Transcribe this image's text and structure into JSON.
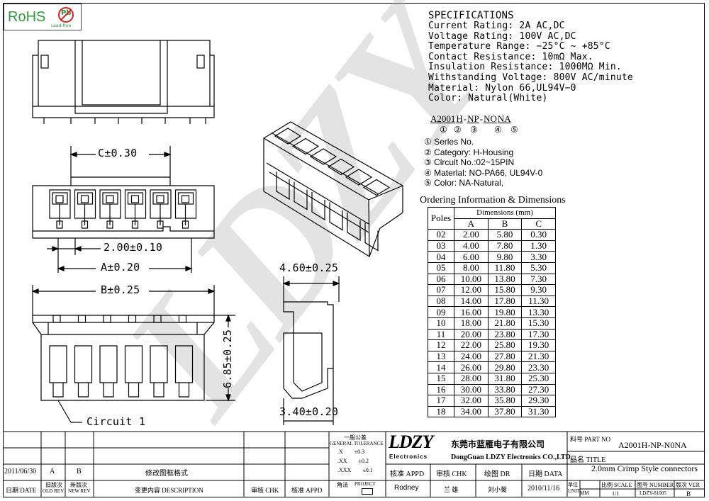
{
  "logo": {
    "rohs": "RoHS",
    "pb": "Pb",
    "lead_free": "Lead-free"
  },
  "watermark": "LDZY",
  "specifications": {
    "title": "SPECIFICATIONS",
    "lines": [
      "Current Rating: 2A AC,DC",
      "Voltage Rating: 100V AC,DC",
      "Temperature Range: −25°C ~ +85°C",
      "Contact Resistance: 10mΩ Max.",
      "Insulation Resistance: 1000MΩ Min.",
      "Withstanding Voltage: 800V AC/minute",
      "Material: Nylon 66,UL94V−0",
      "Color: Natural(White)"
    ]
  },
  "part_code": {
    "segments": [
      "A2001",
      "H",
      "-",
      "NP",
      "-",
      "NO",
      "NA"
    ],
    "marks": [
      "①",
      "②",
      "③",
      "④",
      "⑤"
    ],
    "legend": [
      "① Serles No.",
      "② Category: H-Housing",
      "③ Clrcult No.:02~15PIN",
      "④ Materlal: NO-PA66, UL94V-0",
      "⑤ Color: NA-Natural,"
    ]
  },
  "ordering": {
    "title": "Ordering Information & Dimensions",
    "poles_header": "Poles",
    "dims_header": "Dimensions (mm)",
    "cols": [
      "A",
      "B",
      "C"
    ],
    "rows": [
      [
        "02",
        "2.00",
        "5.80",
        "0.30"
      ],
      [
        "03",
        "4.00",
        "7.80",
        "1.30"
      ],
      [
        "04",
        "6.00",
        "9.80",
        "3.30"
      ],
      [
        "05",
        "8.00",
        "11.80",
        "5.30"
      ],
      [
        "06",
        "10.00",
        "13.80",
        "7.30"
      ],
      [
        "07",
        "12.00",
        "15.80",
        "9.30"
      ],
      [
        "08",
        "14.00",
        "17.80",
        "11.30"
      ],
      [
        "09",
        "16.00",
        "19.80",
        "13.30"
      ],
      [
        "10",
        "18.00",
        "21.80",
        "15.30"
      ],
      [
        "11",
        "20.00",
        "23.80",
        "17.30"
      ],
      [
        "12",
        "22.00",
        "25.80",
        "19.30"
      ],
      [
        "13",
        "24.00",
        "27.80",
        "21.30"
      ],
      [
        "14",
        "26.00",
        "29.80",
        "23.30"
      ],
      [
        "15",
        "28.00",
        "31.80",
        "25.30"
      ],
      [
        "16",
        "30.00",
        "33.80",
        "27.30"
      ],
      [
        "17",
        "32.00",
        "35.80",
        "29.30"
      ],
      [
        "18",
        "34.00",
        "37.80",
        "31.30"
      ]
    ]
  },
  "dimensions": {
    "c": "C±0.30",
    "pitch": "2.00±0.10",
    "a": "A±0.20",
    "b": "B±0.25",
    "side_width": "4.60±0.25",
    "side_base": "3.40±0.20",
    "height": "6.85±0.25",
    "circuit": "Circuit 1"
  },
  "title_block": {
    "rev_date": "2011/06/30",
    "old_rev": "A",
    "new_rev": "B",
    "rev_desc": "修改图框格式",
    "hdr_date": "日期 DATE",
    "hdr_old": "旧版次",
    "hdr_old2": "OLD REV",
    "hdr_new": "新版次",
    "hdr_new2": "NEW REV",
    "hdr_desc": "变更内容 DESCRIPTION",
    "hdr_chk": "审核 CHK",
    "hdr_appd": "核准 APPD",
    "tol_title": "一般公差",
    "tol_title2": "GENERAL TOLERANCE",
    "tol_rows": [
      [
        ".X",
        "±0.3"
      ],
      [
        ".XX",
        "±0.2"
      ],
      [
        ".XXX",
        "±0.1"
      ]
    ],
    "angle": "角法",
    "project": "PROJECT",
    "company_logo": "LDZY",
    "company_logo_sub": "Electronics",
    "company_cn": "东莞市蓝雁电子有限公司",
    "company_en": "DongGuan LDZY Electronics CO.,LTD.",
    "appd_label": "核准 APPD",
    "chk_label": "审核 CHK",
    "dr_label": "绘图 DR",
    "date_label": "日期 DATA",
    "appd_name": "Rodney",
    "chk_name": "兰 雄",
    "dr_name": "刘小菊",
    "date_value": "2010/11/16",
    "part_no_label": "料号 PART NO",
    "part_no": "A2001H-NP-N0NA",
    "title_label": "品名 TITLE",
    "title_value": "2.0mm Crimp Style connectors",
    "unit_label": "单位 UNIT",
    "unit_value": "MM",
    "scale_label": "比例 SCALE",
    "scale_value": "1/1",
    "number_label": "图号 NUMBER",
    "number_value": "LDZY-81005",
    "ver_label": "版次 VER",
    "ver_value": "B"
  }
}
